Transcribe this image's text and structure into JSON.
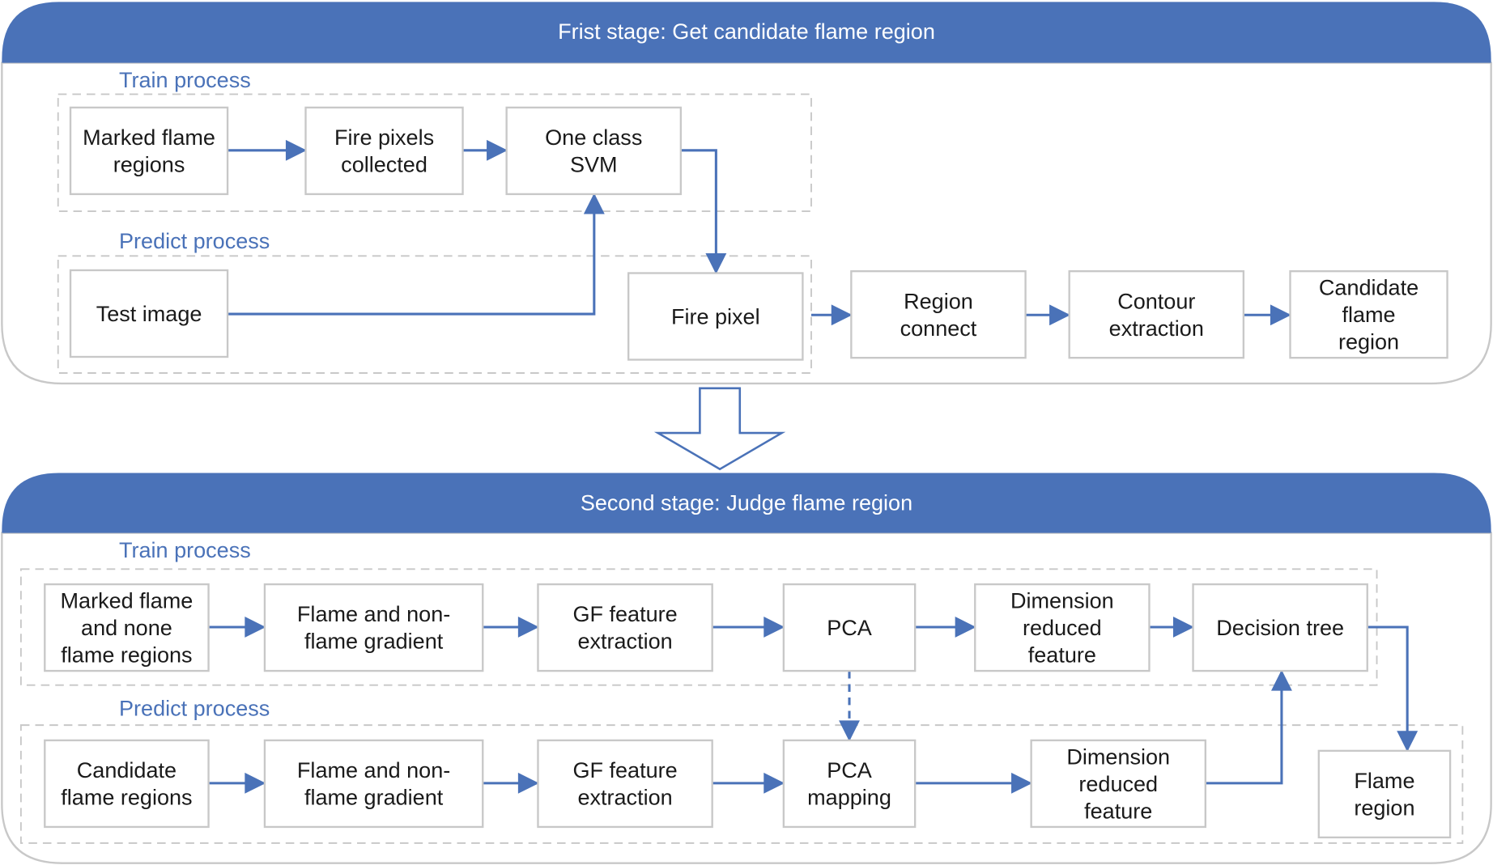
{
  "colors": {
    "header": "#4a72b8",
    "edge": "#4a72b8",
    "group_label": "#4a72b8",
    "node_border": "#c8c8c8",
    "node_text": "#1a1a1a"
  },
  "stages": [
    {
      "title": "Frist stage: Get candidate flame region",
      "groups": [
        {
          "label": "Train process"
        },
        {
          "label": "Predict process"
        }
      ],
      "nodes": [
        {
          "id": "s1-marked",
          "lines": [
            "Marked flame",
            "regions"
          ]
        },
        {
          "id": "s1-collected",
          "lines": [
            "Fire pixels",
            "collected"
          ]
        },
        {
          "id": "s1-svm",
          "lines": [
            "One class",
            "SVM"
          ]
        },
        {
          "id": "s1-test",
          "lines": [
            "Test image"
          ]
        },
        {
          "id": "s1-firepixel",
          "lines": [
            "Fire pixel"
          ]
        },
        {
          "id": "s1-region",
          "lines": [
            "Region",
            "connect"
          ]
        },
        {
          "id": "s1-contour",
          "lines": [
            "Contour",
            "extraction"
          ]
        },
        {
          "id": "s1-candidate",
          "lines": [
            "Candidate",
            "flame",
            "region"
          ]
        }
      ],
      "edges": [
        {
          "from": "s1-marked",
          "to": "s1-collected",
          "style": "solid"
        },
        {
          "from": "s1-collected",
          "to": "s1-svm",
          "style": "solid"
        },
        {
          "from": "s1-svm",
          "to": "s1-firepixel",
          "style": "solid"
        },
        {
          "from": "s1-test",
          "to": "s1-svm",
          "style": "solid"
        },
        {
          "from": "s1-firepixel",
          "to": "s1-region",
          "style": "solid"
        },
        {
          "from": "s1-region",
          "to": "s1-contour",
          "style": "solid"
        },
        {
          "from": "s1-contour",
          "to": "s1-candidate",
          "style": "solid"
        }
      ]
    },
    {
      "title": "Second stage: Judge flame region",
      "groups": [
        {
          "label": "Train process"
        },
        {
          "label": "Predict process"
        }
      ],
      "nodes": [
        {
          "id": "s2-marked",
          "lines": [
            "Marked flame",
            "and none",
            "flame regions"
          ]
        },
        {
          "id": "s2-gradient-train",
          "lines": [
            "Flame and non-",
            "flame gradient"
          ]
        },
        {
          "id": "s2-gf-train",
          "lines": [
            "GF feature",
            "extraction"
          ]
        },
        {
          "id": "s2-pca",
          "lines": [
            "PCA"
          ]
        },
        {
          "id": "s2-dim-train",
          "lines": [
            "Dimension",
            "reduced",
            "feature"
          ]
        },
        {
          "id": "s2-tree",
          "lines": [
            "Decision tree"
          ]
        },
        {
          "id": "s2-candidate",
          "lines": [
            "Candidate",
            "flame regions"
          ]
        },
        {
          "id": "s2-gradient-pred",
          "lines": [
            "Flame and non-",
            "flame gradient"
          ]
        },
        {
          "id": "s2-gf-pred",
          "lines": [
            "GF feature",
            "extraction"
          ]
        },
        {
          "id": "s2-pcamap",
          "lines": [
            "PCA",
            "mapping"
          ]
        },
        {
          "id": "s2-dim-pred",
          "lines": [
            "Dimension",
            "reduced",
            "feature"
          ]
        },
        {
          "id": "s2-flame",
          "lines": [
            "Flame",
            "region"
          ]
        }
      ],
      "edges": [
        {
          "from": "s2-marked",
          "to": "s2-gradient-train",
          "style": "solid"
        },
        {
          "from": "s2-gradient-train",
          "to": "s2-gf-train",
          "style": "solid"
        },
        {
          "from": "s2-gf-train",
          "to": "s2-pca",
          "style": "solid"
        },
        {
          "from": "s2-pca",
          "to": "s2-dim-train",
          "style": "solid"
        },
        {
          "from": "s2-dim-train",
          "to": "s2-tree",
          "style": "solid"
        },
        {
          "from": "s2-tree",
          "to": "s2-flame",
          "style": "solid"
        },
        {
          "from": "s2-pca",
          "to": "s2-pcamap",
          "style": "dashed"
        },
        {
          "from": "s2-candidate",
          "to": "s2-gradient-pred",
          "style": "solid"
        },
        {
          "from": "s2-gradient-pred",
          "to": "s2-gf-pred",
          "style": "solid"
        },
        {
          "from": "s2-gf-pred",
          "to": "s2-pcamap",
          "style": "solid"
        },
        {
          "from": "s2-pcamap",
          "to": "s2-dim-pred",
          "style": "solid"
        },
        {
          "from": "s2-dim-pred",
          "to": "s2-tree",
          "style": "solid"
        }
      ]
    }
  ],
  "transition": {
    "from": "stage-1",
    "to": "stage-2",
    "icon": "hollow-down-arrow-icon"
  }
}
